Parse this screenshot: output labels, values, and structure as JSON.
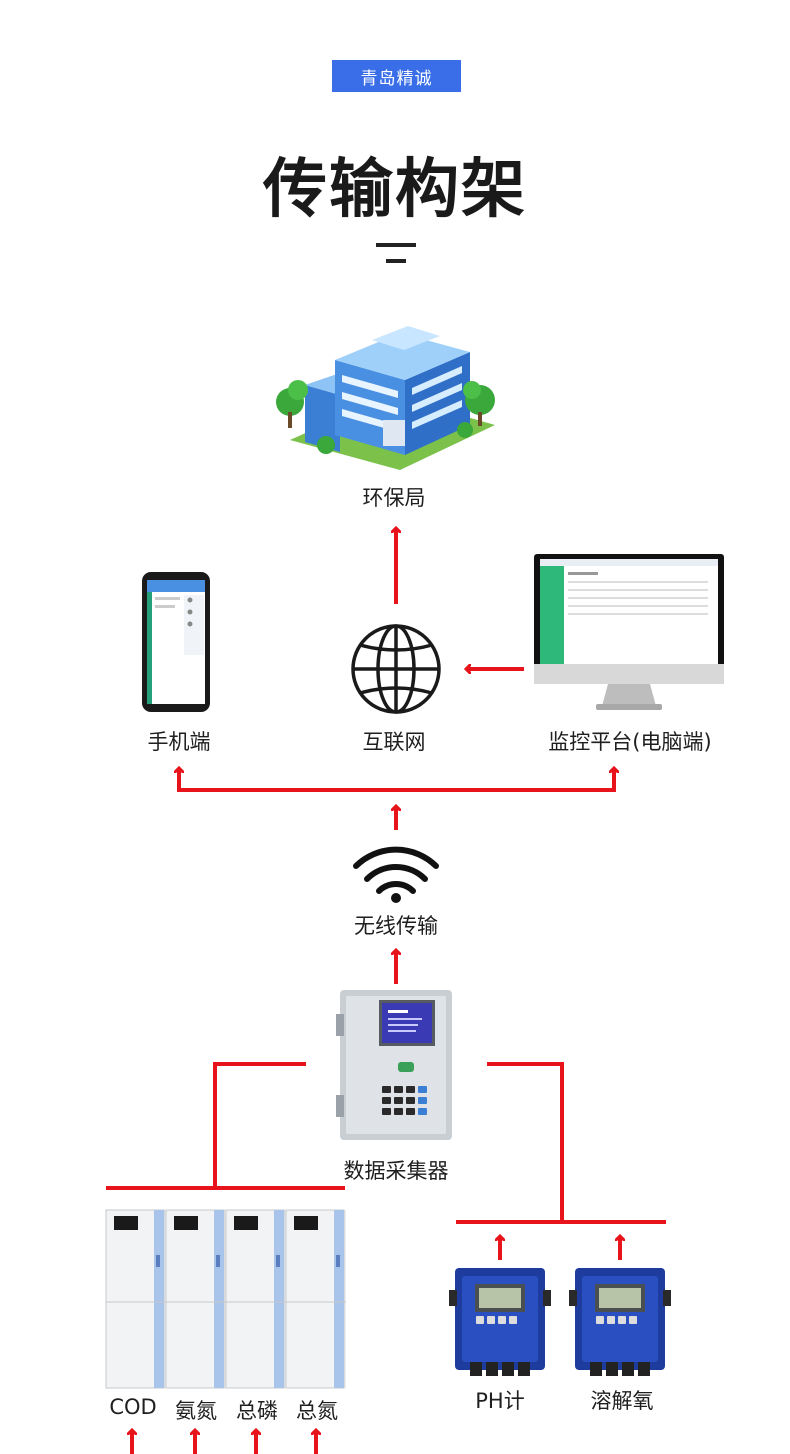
{
  "header": {
    "badge": "青岛精诚",
    "title": "传输构架"
  },
  "colors": {
    "accent": "#3a6ee8",
    "line": "#e8141c",
    "building": "#4a8fe0",
    "tree": "#3aa83a",
    "device_blue": "#1e3c9e"
  },
  "nodes": {
    "epb": "环保局",
    "internet": "互联网",
    "mobile": "手机端",
    "platform": "监控平台(电脑端)",
    "wireless": "无线传输",
    "collector": "数据采集器",
    "cod": "COD",
    "ammonia": "氨氮",
    "phosphorus": "总磷",
    "nitrogen": "总氮",
    "ph": "PH计",
    "oxygen": "溶解氧"
  },
  "icons": {
    "building": "building-icon",
    "globe": "globe-icon",
    "phone": "phone-icon",
    "monitor": "monitor-icon",
    "wifi": "wifi-icon",
    "collector": "collector-device-icon",
    "analyzer": "analyzer-cabinet-icon",
    "meter": "meter-device-icon"
  }
}
